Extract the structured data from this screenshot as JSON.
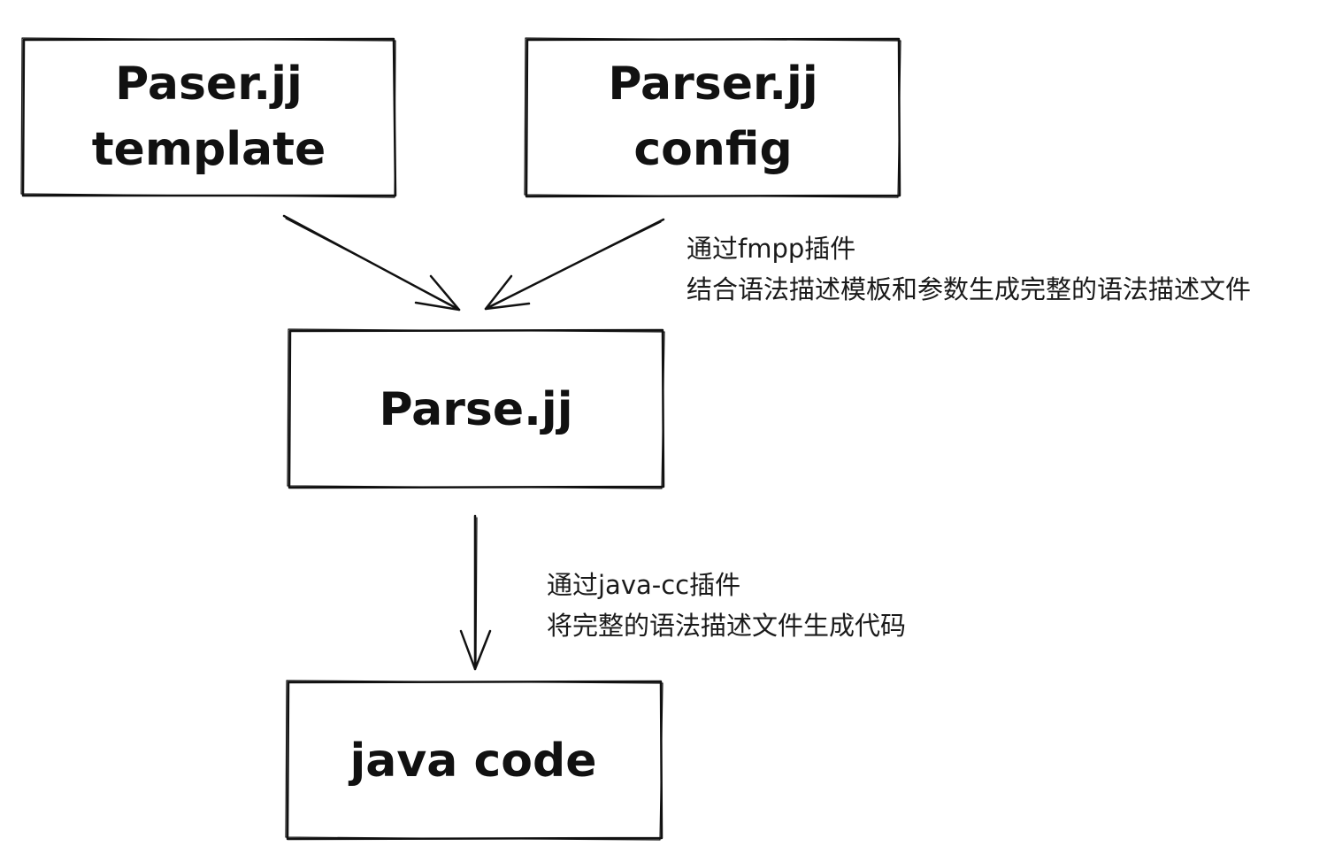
{
  "nodes": {
    "template": {
      "lines": [
        "Paser.jj",
        "template"
      ]
    },
    "config": {
      "lines": [
        "Parser.jj",
        "config"
      ]
    },
    "parse": {
      "lines": [
        "Parse.jj"
      ]
    },
    "java_code": {
      "lines": [
        "java code"
      ]
    }
  },
  "annotations": {
    "fmpp": {
      "line1": "通过fmpp插件",
      "line2": "结合语法描述模板和参数生成完整的语法描述文件"
    },
    "javacc": {
      "line1": "通过java-cc插件",
      "line2": "将完整的语法描述文件生成代码"
    }
  }
}
